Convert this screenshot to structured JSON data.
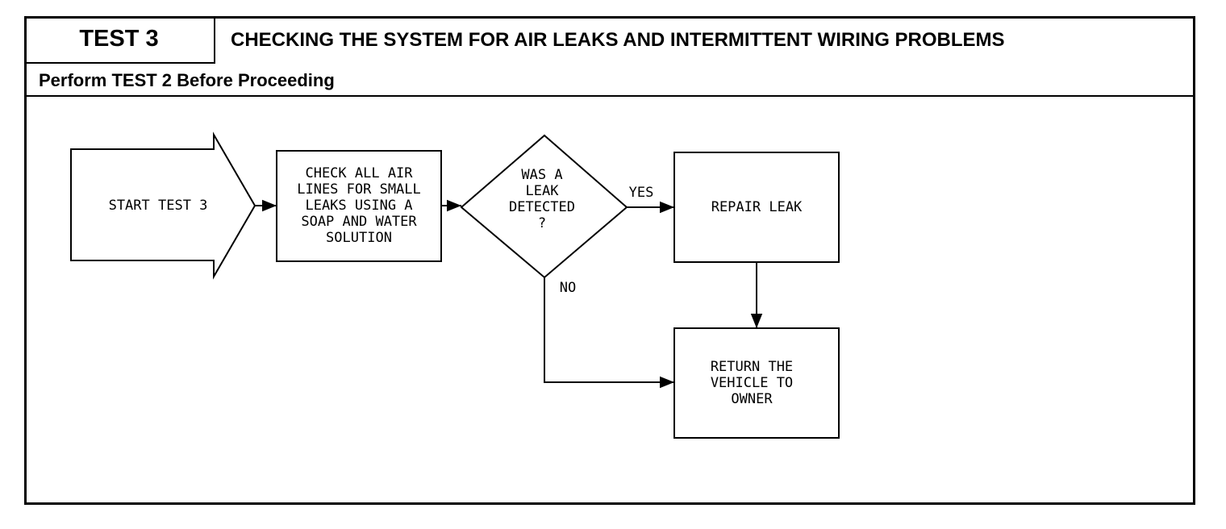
{
  "header": {
    "test_label": "TEST 3",
    "title": "CHECKING THE SYSTEM FOR AIR LEAKS AND INTERMITTENT WIRING PROBLEMS",
    "prerequisite": "Perform TEST 2 Before Proceeding"
  },
  "flowchart": {
    "start": "START TEST 3",
    "check_lines": [
      "CHECK ALL AIR",
      "LINES FOR SMALL",
      "LEAKS USING A",
      "SOAP AND WATER",
      "SOLUTION"
    ],
    "decision": [
      "WAS A",
      "LEAK",
      "DETECTED",
      "?"
    ],
    "yes_label": "YES",
    "no_label": "NO",
    "repair": "REPAIR LEAK",
    "return_lines": [
      "RETURN THE",
      "VEHICLE TO",
      "OWNER"
    ]
  }
}
